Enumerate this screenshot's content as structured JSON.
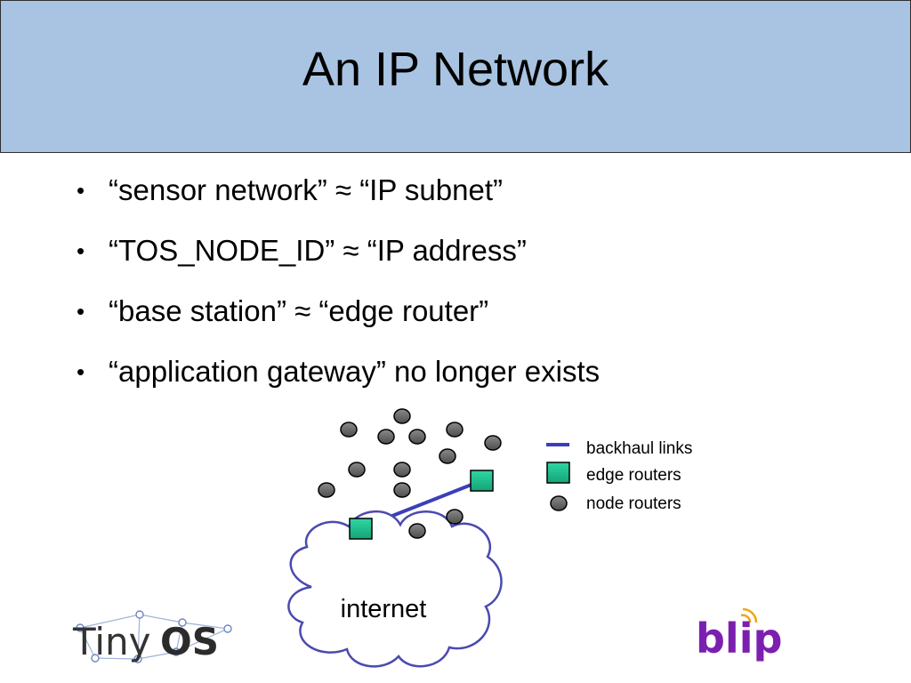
{
  "slide": {
    "title": "An IP Network",
    "bullets": [
      "“sensor network” ≈ “IP subnet”",
      "“TOS_NODE_ID” ≈ “IP address”",
      "“base station” ≈ “edge router”",
      "“application gateway” no longer exists"
    ]
  },
  "diagram": {
    "cloud_label": "internet",
    "legend": {
      "backhaul": "backhaul links",
      "edge": "edge routers",
      "node": "node routers"
    },
    "colors": {
      "title_bg": "#a9c4e2",
      "node_fill": "#6b6b6b",
      "edge_router_fill": "#1fbf8f",
      "backhaul_link": "#3b3fb8"
    }
  },
  "logos": {
    "tinyos": {
      "tiny": "Tiny",
      "os": "OS"
    },
    "blip": "blip"
  }
}
